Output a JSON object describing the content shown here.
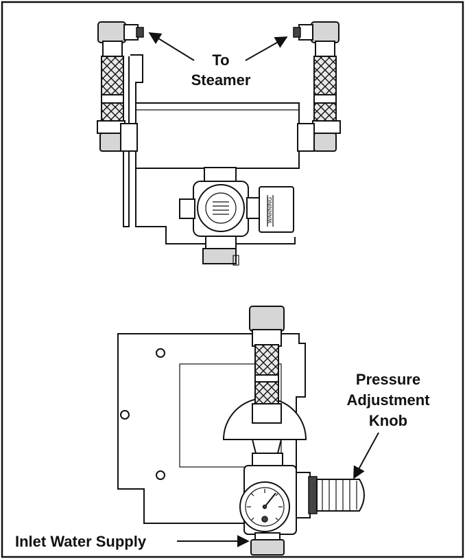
{
  "labels": {
    "to_steamer_line1": "To",
    "to_steamer_line2": "Steamer",
    "pressure_line1": "Pressure",
    "pressure_line2": "Adjustment",
    "pressure_line3": "Knob",
    "inlet_water_supply": "Inlet Water Supply",
    "warning_tag": "WARNING"
  },
  "colors": {
    "ink": "#111111",
    "paper": "#ffffff",
    "shade": "#d6d6d6"
  }
}
